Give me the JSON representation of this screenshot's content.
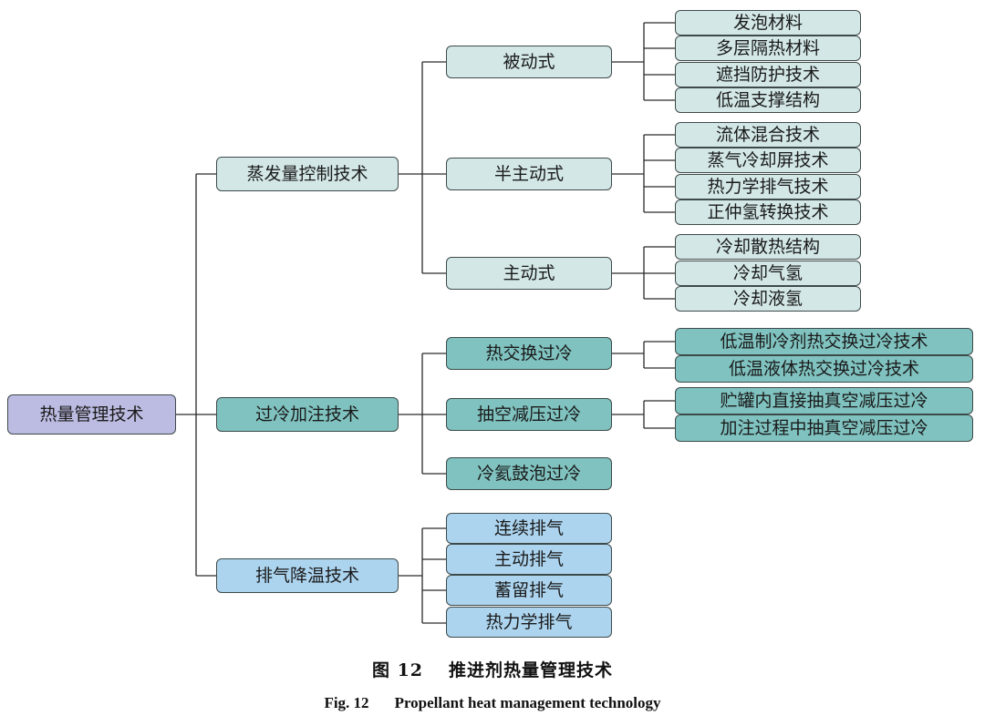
{
  "root": {
    "label": "热量管理技术"
  },
  "branches": [
    {
      "label": "蒸发量控制技术",
      "children": [
        {
          "label": "被动式",
          "leaves": [
            "发泡材料",
            "多层隔热材料",
            "遮挡防护技术",
            "低温支撑结构"
          ]
        },
        {
          "label": "半主动式",
          "leaves": [
            "流体混合技术",
            "蒸气冷却屏技术",
            "热力学排气技术",
            "正仲氢转换技术"
          ]
        },
        {
          "label": "主动式",
          "leaves": [
            "冷却散热结构",
            "冷却气氢",
            "冷却液氢"
          ]
        }
      ]
    },
    {
      "label": "过冷加注技术",
      "children": [
        {
          "label": "热交换过冷",
          "leaves": [
            "低温制冷剂热交换过冷技术",
            "低温液体热交换过冷技术"
          ]
        },
        {
          "label": "抽空减压过冷",
          "leaves": [
            "贮罐内直接抽真空减压过冷",
            "加注过程中抽真空减压过冷"
          ]
        },
        {
          "label": "冷氦鼓泡过冷",
          "leaves": []
        }
      ]
    },
    {
      "label": "排气降温技术",
      "children": [
        {
          "label": "连续排气",
          "leaves": []
        },
        {
          "label": "主动排气",
          "leaves": []
        },
        {
          "label": "蓄留排气",
          "leaves": []
        },
        {
          "label": "热力学排气",
          "leaves": []
        }
      ]
    }
  ],
  "caption": {
    "cn_number": "图 12",
    "cn_title": "推进剂热量管理技术",
    "en_number": "Fig. 12",
    "en_title": "Propellant heat management technology"
  },
  "colors": {
    "root": "#bcbce3",
    "branch_evaporation": "#d3e7e7",
    "branch_subcooling": "#7fc2bf",
    "branch_venting": "#acd4ef",
    "border": "#3e4a4a",
    "line": "#2a2a2a"
  }
}
